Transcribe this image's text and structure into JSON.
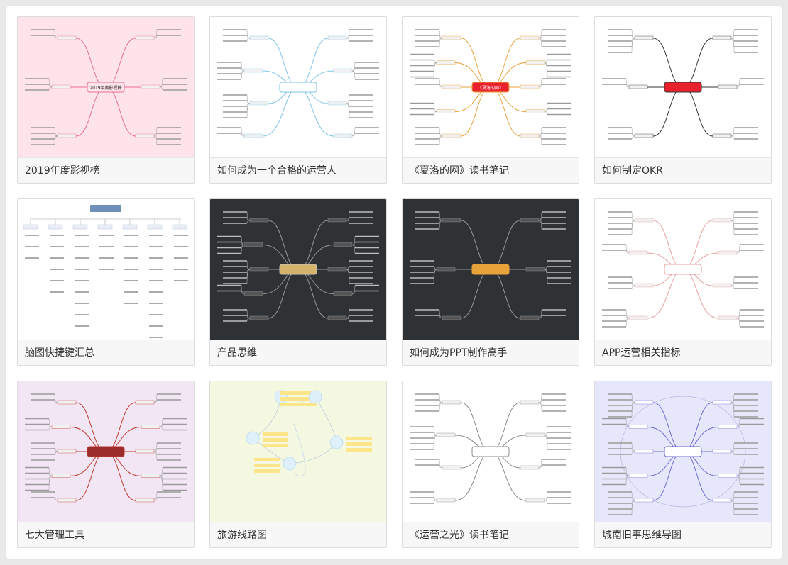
{
  "cards": [
    {
      "title": "2019年度影视榜",
      "bg": "#ffe3ea",
      "accent": "#e86f8d",
      "center": "2019年度影视榜",
      "center_fill": "#ffe3ea",
      "center_text": "#222",
      "theme": "light"
    },
    {
      "title": "如何成为一个合格的运营人",
      "bg": "#ffffff",
      "accent": "#7ec3e8",
      "center": "",
      "center_fill": "#ffffff",
      "center_text": "#222",
      "theme": "light"
    },
    {
      "title": "《夏洛的网》读书笔记",
      "bg": "#ffffff",
      "accent": "#e8a23a",
      "center": "《夏洛的网》",
      "center_fill": "#e8212c",
      "center_text": "#ffffff",
      "theme": "light"
    },
    {
      "title": "如何制定OKR",
      "bg": "#ffffff",
      "accent": "#333333",
      "center": "",
      "center_fill": "#e8212c",
      "center_text": "#ffffff",
      "theme": "light"
    },
    {
      "title": "脑图快捷键汇总",
      "bg": "#ffffff",
      "accent": "#6f8fb8",
      "center": "",
      "center_fill": "#6f8fb8",
      "center_text": "#ffffff",
      "theme": "org"
    },
    {
      "title": "产品思维",
      "bg": "#2f3235",
      "accent": "#c9c9c9",
      "center": "",
      "center_fill": "#d6b36a",
      "center_text": "#222",
      "theme": "dark"
    },
    {
      "title": "如何成为PPT制作高手",
      "bg": "#2f3235",
      "accent": "#e8a23a",
      "center": "",
      "center_fill": "#e8a23a",
      "center_text": "#222",
      "theme": "dark"
    },
    {
      "title": "APP运营相关指标",
      "bg": "#ffffff",
      "accent": "#e8a0a0",
      "center": "",
      "center_fill": "#ffffff",
      "center_text": "#222",
      "theme": "light"
    },
    {
      "title": "七大管理工具",
      "bg": "#f2e6f5",
      "accent": "#c0392b",
      "center": "",
      "center_fill": "#9c2b2b",
      "center_text": "#ffffff",
      "theme": "light"
    },
    {
      "title": "旅游线路图",
      "bg": "#f4f8e1",
      "accent": "#7fb3d8",
      "center": "",
      "center_fill": "#ffffff",
      "center_text": "#222",
      "theme": "travel"
    },
    {
      "title": "《运营之光》读书笔记",
      "bg": "#ffffff",
      "accent": "#8a8a8a",
      "center": "",
      "center_fill": "#ffffff",
      "center_text": "#222",
      "theme": "light"
    },
    {
      "title": "城南旧事思维导图",
      "bg": "#e7e7fb",
      "accent": "#6b6bd6",
      "center": "",
      "center_fill": "#ffffff",
      "center_text": "#222",
      "theme": "cloud"
    }
  ]
}
